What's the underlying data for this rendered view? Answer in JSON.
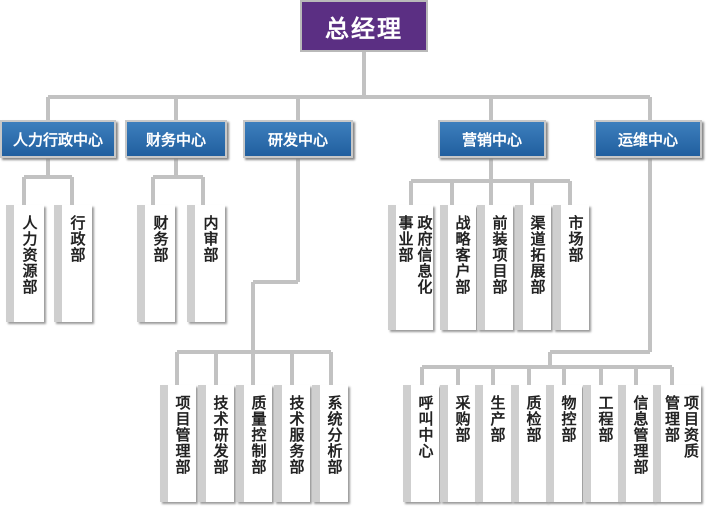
{
  "root": {
    "label": "总经理"
  },
  "centers": [
    {
      "label": "人力行政中心"
    },
    {
      "label": "财务中心"
    },
    {
      "label": "研发中心"
    },
    {
      "label": "营销中心"
    },
    {
      "label": "运维中心"
    }
  ],
  "departments": {
    "hr_admin": [
      {
        "label": "人力资源部"
      },
      {
        "label": "行政部"
      }
    ],
    "finance": [
      {
        "label": "财务部"
      },
      {
        "label": "内审部"
      }
    ],
    "rnd": [
      {
        "label": "项目管理部"
      },
      {
        "label": "技术研发部"
      },
      {
        "label": "质量控制部"
      },
      {
        "label": "技术服务部"
      },
      {
        "label": "系统分析部"
      }
    ],
    "marketing": [
      {
        "label": "事业部",
        "label2": "政府信息化"
      },
      {
        "label": "战略客户部"
      },
      {
        "label": "前装项目部"
      },
      {
        "label": "渠道拓展部"
      },
      {
        "label": "市场部"
      }
    ],
    "ops": [
      {
        "label": "呼叫中心"
      },
      {
        "label": "采购部"
      },
      {
        "label": "生产部"
      },
      {
        "label": "质检部"
      },
      {
        "label": "物控部"
      },
      {
        "label": "工程部"
      },
      {
        "label": "信息管理部"
      },
      {
        "label": "项目资质",
        "label2": "管理部"
      }
    ]
  }
}
